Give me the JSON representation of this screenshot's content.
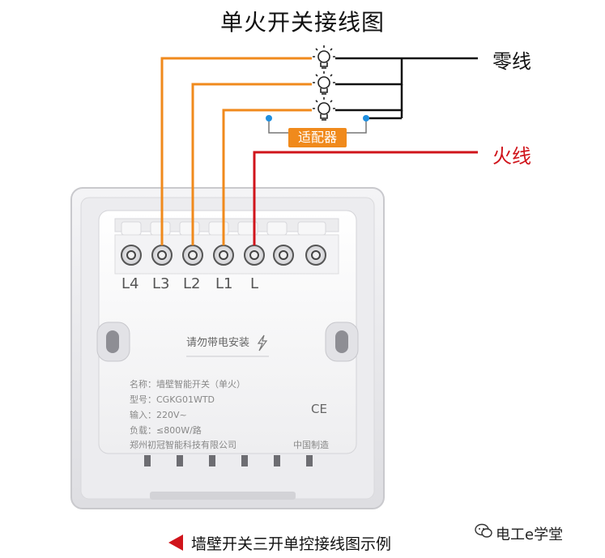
{
  "title": "单火开关接线图",
  "labels": {
    "neutral": "零线",
    "live": "火线",
    "adapter": "适配器"
  },
  "terminals": [
    "L4",
    "L3",
    "L2",
    "L1",
    "L"
  ],
  "switch_body": {
    "warning": "请勿带电安装",
    "info_lines": [
      "名称：墙壁智能开关（单火）",
      "型号：CGKG01WTD",
      "输入：220V~",
      "负载：≤800W/路"
    ],
    "manufacturer": "郑州初冠智能科技有限公司",
    "made_in": "中国制造",
    "ce_mark": "CE"
  },
  "caption": "墙壁开关三开单控接线图示例",
  "watermark": "电工e学堂",
  "colors": {
    "orange_wire": "#f08a1c",
    "red_wire": "#d0141b",
    "black_wire": "#111111",
    "adapter_dot": "#1e8fe0"
  },
  "icons": [
    "bulb-icon",
    "bulb-icon",
    "bulb-icon",
    "lightning-icon",
    "play-left-icon",
    "wechat-icon"
  ]
}
